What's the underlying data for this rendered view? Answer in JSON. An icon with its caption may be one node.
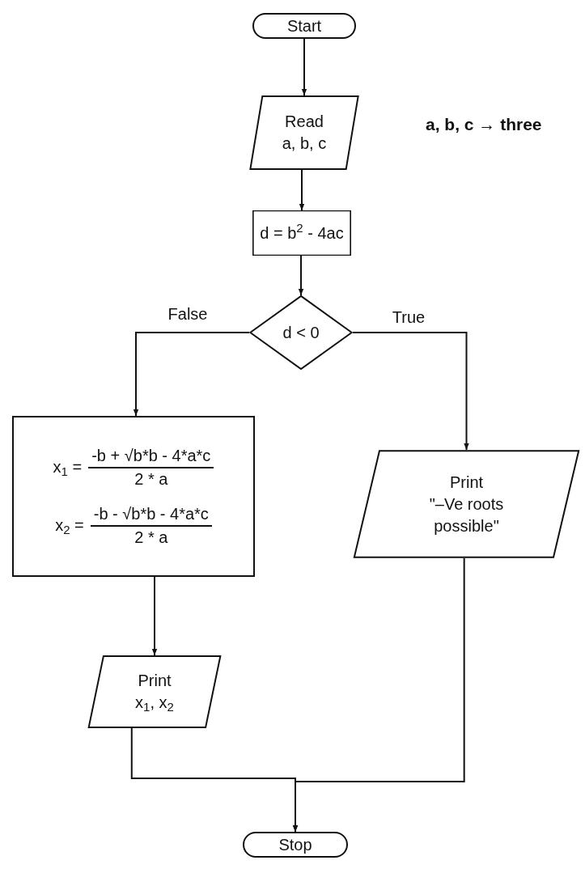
{
  "diagram": {
    "nodes": [
      {
        "text": [
          "Start"
        ]
      },
      {
        "text": [
          "Read a, b, c"
        ]
      },
      {
        "text": [
          "d = b$^{2}$ - 4ac"
        ]
      },
      {
        "text": [
          "d < 0"
        ]
      },
      {
        "text": [
          "x$_{1}$ =",
          "-b + √b*b - 4*a*c",
          "2 * a",
          "x$_{2}$ =",
          "-b - √b*b - 4*a*c",
          "2 * a"
        ]
      },
      {
        "text": [
          "Print",
          "\"–Ve roots possible\""
        ]
      },
      {
        "text": [
          "Print",
          "x$_{1}$, x$_{2}$"
        ]
      },
      {
        "text": [
          "Stop"
        ]
      }
    ],
    "edges": [
      {
        "from": 0,
        "to": 1,
        "arrow": "to"
      },
      {
        "from": 1,
        "to": 2,
        "arrow": "to"
      },
      {
        "from": 2,
        "to": 3,
        "arrow": "to"
      },
      {
        "from": 3,
        "to": 4,
        "arrow": "to",
        "label": "False"
      },
      {
        "from": 3,
        "to": 5,
        "arrow": "to",
        "label": "True"
      },
      {
        "from": 4,
        "to": 6,
        "arrow": "to"
      },
      {
        "from": 6,
        "to": 7,
        "arrow": "to"
      },
      {
        "from": 5,
        "to": 7,
        "arrow": "to"
      }
    ],
    "labels": [
      "a, b, c → three"
    ]
  }
}
